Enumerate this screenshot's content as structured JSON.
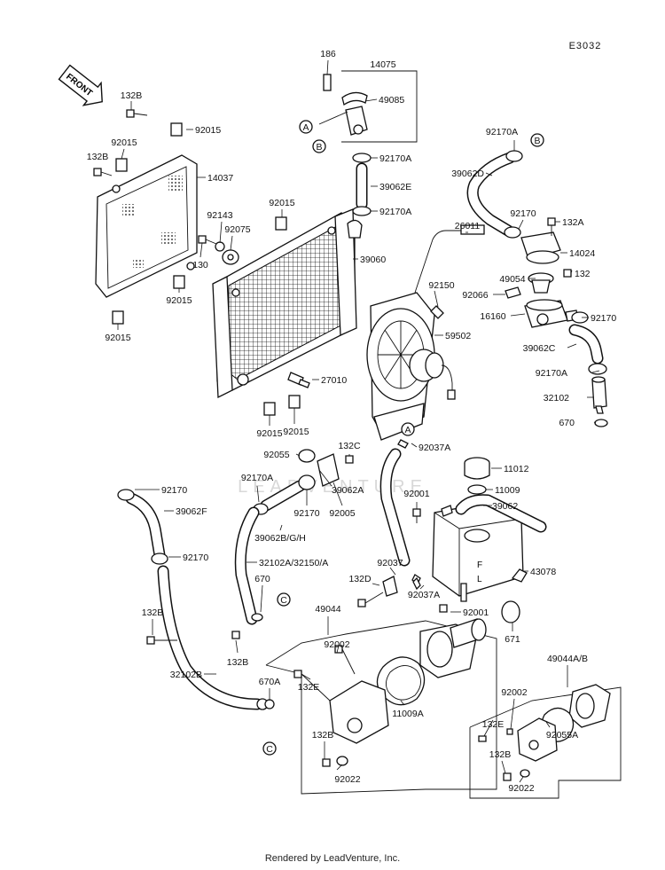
{
  "drawing_code": "E3032",
  "front_arrow_label": "FRONT",
  "footer": "Rendered by LeadVenture, Inc.",
  "watermark": "LEADVENTURE",
  "callouts": {
    "A": "A",
    "B": "B",
    "C": "C"
  },
  "labels": {
    "p186": "186",
    "p14075": "14075",
    "p49085": "49085",
    "p132B_1": "132B",
    "p92015_1": "92015",
    "p92015_2": "92015",
    "p132B_2": "132B",
    "p14037": "14037",
    "p92170A_1": "92170A",
    "p39062E": "39062E",
    "p92170A_2": "92170A",
    "p92170A_3": "92170A",
    "p39062D": "39062D",
    "p92170_1": "92170",
    "p132A": "132A",
    "p14024": "14024",
    "p26011": "26011",
    "p92015_3": "92015",
    "p92143": "92143",
    "p92075": "92075",
    "p130": "130",
    "p39060": "39060",
    "p49054": "49054",
    "p132": "132",
    "p92015_4": "92015",
    "p92150": "92150",
    "p92066": "92066",
    "p92015_5": "92015",
    "p16160": "16160",
    "p92170_2": "92170",
    "p59502": "59502",
    "p39062C": "39062C",
    "p92170A_4": "92170A",
    "p27010": "27010",
    "p32102": "32102",
    "p92015_6": "92015",
    "p92015_7": "92015",
    "p670_1": "670",
    "p92037A_1": "92037A",
    "p132C": "132C",
    "p92055": "92055",
    "p11012": "11012",
    "p92170A_5": "92170A",
    "p39062A": "39062A",
    "p11009": "11009",
    "p92001_1": "92001",
    "p92170_3": "92170",
    "p92005": "92005",
    "p92170_4": "92170",
    "p39062F": "39062F",
    "p39062BGH": "39062B/G/H",
    "p39062": "39062",
    "p92170_5": "92170",
    "p32102A": "32102A/32150/A",
    "p92037": "92037",
    "p43078": "43078",
    "p670_2": "670",
    "p132D": "132D",
    "p92037A_2": "92037A",
    "p49044": "49044",
    "p92001_2": "92001",
    "p132B_3": "132B",
    "p671": "671",
    "p132B_4": "132B",
    "p92002_1": "92002",
    "p49044AB": "49044A/B",
    "p32102B": "32102B",
    "p670A": "670A",
    "p132E_1": "132E",
    "p11009A": "11009A",
    "p92002_2": "92002",
    "p132E_2": "132E",
    "p92055A": "92055A",
    "p132B_5": "132B",
    "p92022_1": "92022",
    "p132B_6": "132B",
    "p92022_2": "92022"
  }
}
